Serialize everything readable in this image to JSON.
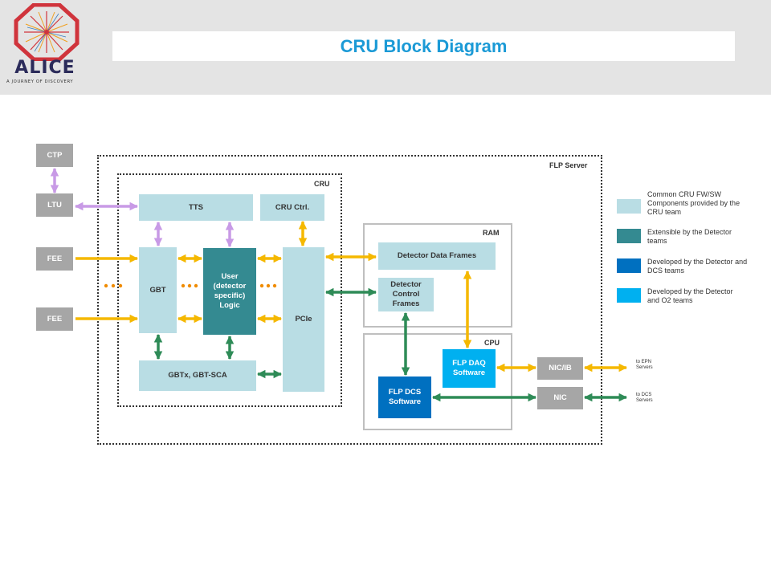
{
  "header": {
    "title": "CRU Block Diagram",
    "logo_text": "ALICE",
    "logo_tagline": "A JOURNEY OF DISCOVERY"
  },
  "frames": {
    "flp_server": "FLP Server",
    "cru": "CRU",
    "ram": "RAM",
    "cpu": "CPU"
  },
  "external": {
    "ctp": "CTP",
    "ltu": "LTU",
    "fee1": "FEE",
    "fee2": "FEE"
  },
  "blocks": {
    "tts": "TTS",
    "cru_ctrl": "CRU Ctrl.",
    "gbt": "GBT",
    "user_logic": "User (detector specific) Logic",
    "pcie": "PCIe",
    "gbtx": "GBTx, GBT-SCA",
    "detector_data_frames": "Detector Data Frames",
    "detector_control_frames": "Detector Control Frames",
    "flp_daq": "FLP DAQ Software",
    "flp_dcs": "FLP DCS Software",
    "nic_ib": "NIC/IB",
    "nic": "NIC"
  },
  "outputs": {
    "to_epn": "to EPN Servers",
    "to_dcs": "to DCS Servers"
  },
  "legend": [
    {
      "text": "Common CRU FW/SW Components provided by the CRU team",
      "color": "#b9dde4"
    },
    {
      "text": "Extensible by the Detector teams",
      "color": "#348a91"
    },
    {
      "text": "Developed by the Detector and DCS teams",
      "color": "#0070c0"
    },
    {
      "text": "Developed by the Detector and O2 teams",
      "color": "#00b0f0"
    }
  ],
  "arrow_colors": {
    "trigger": "#c89ae6",
    "data": "#f5b800",
    "control": "#2e8b57",
    "dots": "#f08c00"
  }
}
